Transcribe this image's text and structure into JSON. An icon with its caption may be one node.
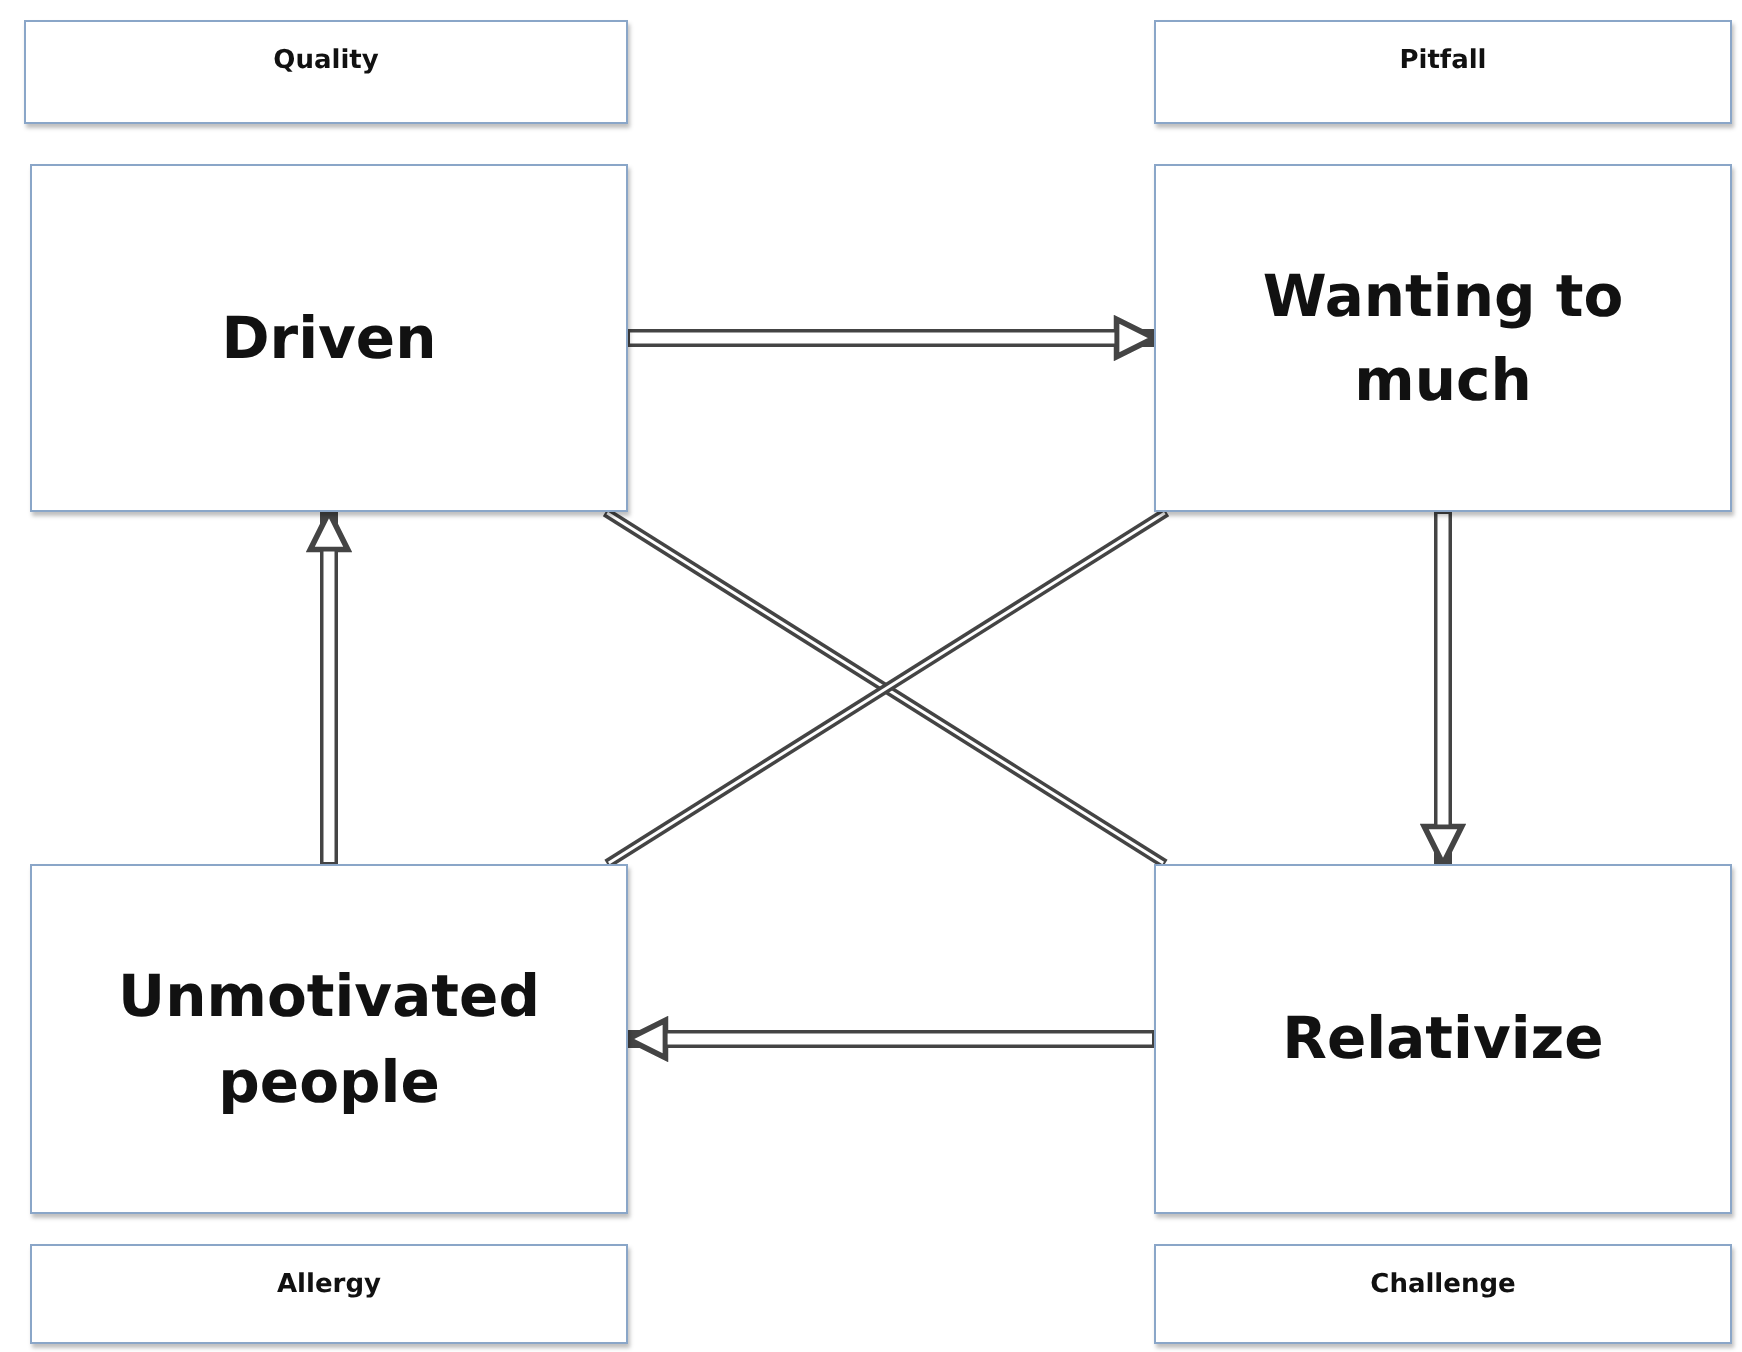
{
  "diagram": {
    "nodes": [
      {
        "text": [
          "Quality"
        ]
      },
      {
        "text": [
          "Pitfall"
        ]
      },
      {
        "text": [
          "Driven"
        ]
      },
      {
        "text": [
          "Wanting to much"
        ]
      },
      {
        "text": [
          "Unmotivated people"
        ]
      },
      {
        "text": [
          "Relativize"
        ]
      },
      {
        "text": [
          "Allergy"
        ]
      },
      {
        "text": [
          "Challenge"
        ]
      }
    ],
    "edges": [
      {
        "from": 2,
        "to": 3,
        "arrow": "to"
      },
      {
        "from": 3,
        "to": 5,
        "arrow": "to"
      },
      {
        "from": 5,
        "to": 4,
        "arrow": "to"
      },
      {
        "from": 4,
        "to": 2,
        "arrow": "to"
      },
      {
        "from": 2,
        "to": 5,
        "arrow": "none"
      },
      {
        "from": 3,
        "to": 4,
        "arrow": "none"
      }
    ]
  }
}
